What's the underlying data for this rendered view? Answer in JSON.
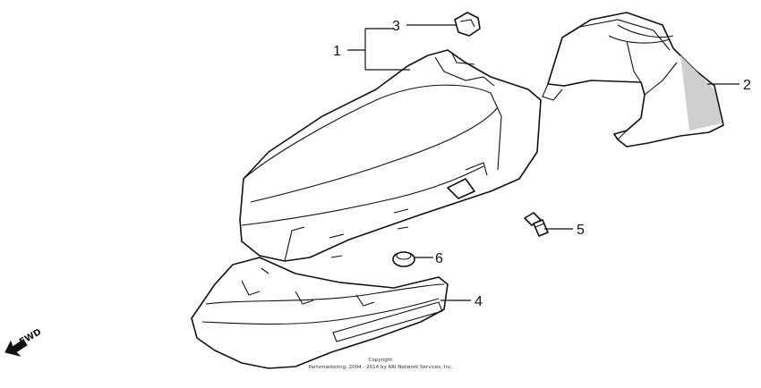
{
  "callouts": {
    "c1": "1",
    "c2": "2",
    "c3": "3",
    "c4": "4",
    "c5": "5",
    "c6": "6"
  },
  "direction": {
    "label": "FWD",
    "icon": "arrow-left-down-icon"
  },
  "copyright": {
    "line1": "Copyright",
    "line2": "Partsmarketing, 2004 - 2014 by ARI Network Services, Inc."
  }
}
